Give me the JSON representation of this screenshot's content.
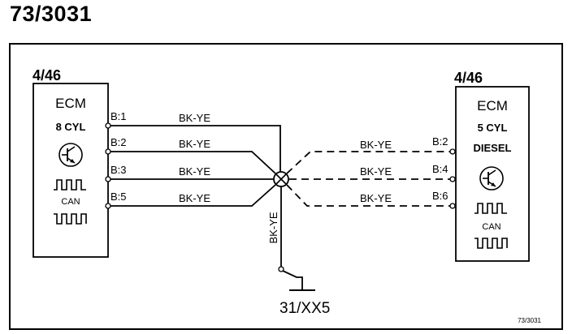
{
  "diagram_id": "73/3031",
  "footer_id": "73/3031",
  "ground_id": "31/XX5",
  "splice_wire_color": "BK-YE",
  "left_ecm": {
    "ref": "4/46",
    "name": "ECM",
    "variant": "8 CYL",
    "can_label": "CAN",
    "pins": [
      {
        "label": "B:1",
        "wire": "BK-YE"
      },
      {
        "label": "B:2",
        "wire": "BK-YE"
      },
      {
        "label": "B:3",
        "wire": "BK-YE"
      },
      {
        "label": "B:5",
        "wire": "BK-YE"
      }
    ]
  },
  "right_ecm": {
    "ref": "4/46",
    "name": "ECM",
    "variant_line1": "5 CYL",
    "variant_line2": "DIESEL",
    "can_label": "CAN",
    "pins": [
      {
        "label": "B:2",
        "wire": "BK-YE"
      },
      {
        "label": "B:4",
        "wire": "BK-YE"
      },
      {
        "label": "B:6",
        "wire": "BK-YE"
      }
    ]
  }
}
